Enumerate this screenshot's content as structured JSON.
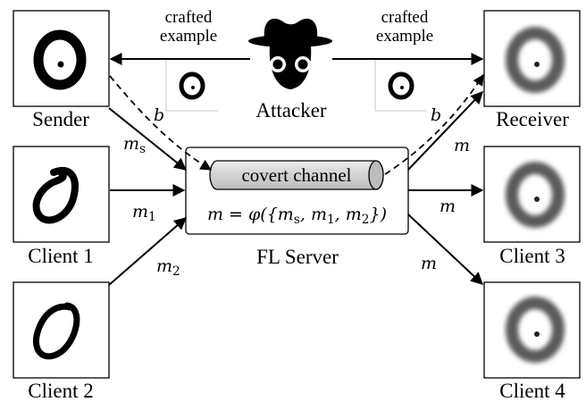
{
  "nodes": {
    "sender": "Sender",
    "receiver": "Receiver",
    "client1": "Client 1",
    "client2": "Client 2",
    "client3": "Client 3",
    "client4": "Client 4",
    "attacker": "Attacker",
    "server": "FL Server"
  },
  "crafted_left": {
    "line1": "crafted",
    "line2": "example"
  },
  "crafted_right": {
    "line1": "crafted",
    "line2": "example"
  },
  "server_box": {
    "channel": "covert channel",
    "formula": "m = φ({m_s, m_1, m_2})"
  },
  "edge_labels": {
    "b_left": "b",
    "b_right": "b",
    "ms": "m_s",
    "m1": "m_1",
    "m2": "m_2",
    "m_receiver": "m",
    "m_client3": "m",
    "m_client4": "m"
  }
}
